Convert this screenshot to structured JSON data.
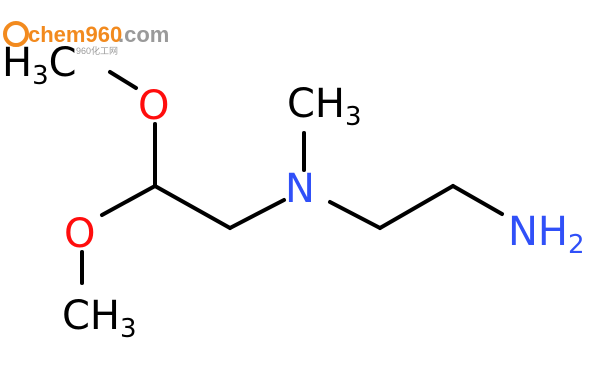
{
  "watermark": {
    "brand": "chem960",
    "suffix": ".com",
    "tagline": "960化工网",
    "colors": {
      "orange": "#f28a1e",
      "grey": "#9a9a9a"
    }
  },
  "molecule": {
    "atoms": {
      "ch3_top": {
        "main": "H",
        "sub": "3",
        "tail": "C"
      },
      "o_top": {
        "label": "O"
      },
      "o_bottom": {
        "label": "O"
      },
      "ch3_bottom": {
        "main": "CH",
        "sub": "3"
      },
      "n": {
        "label": "N"
      },
      "ch3_n": {
        "main": "CH",
        "sub": "3"
      },
      "nh2": {
        "main": "NH",
        "sub": "2"
      }
    },
    "colors": {
      "carbon": "#000000",
      "oxygen": "#ff0d0d",
      "nitrogen": "#3050f8",
      "bond": "#000000"
    }
  }
}
